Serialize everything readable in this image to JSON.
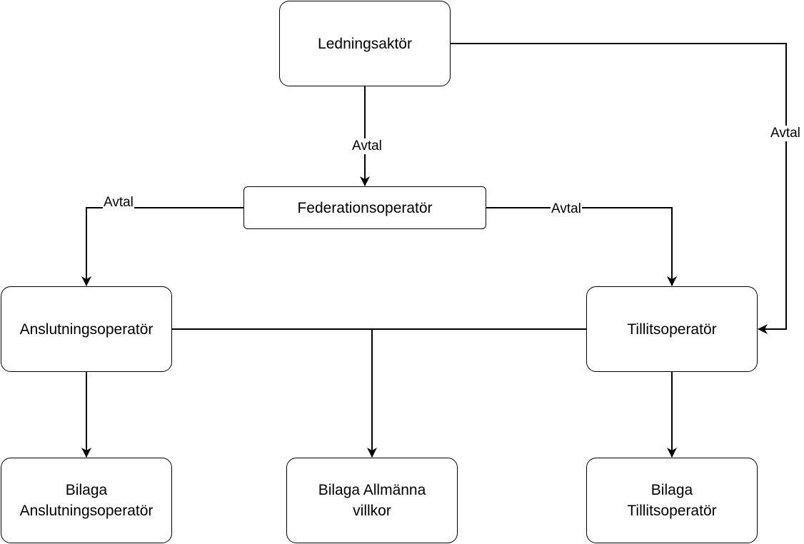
{
  "nodes": {
    "ledningsaktor": "Ledningsaktör",
    "federationsoperator": "Federationsoperatör",
    "anslutningsoperator": "Anslutningsoperatör",
    "tillitsoperator": "Tillitsoperatör",
    "bilaga_anslutningsoperator": "Bilaga\nAnslutningsoperatör",
    "bilaga_allmanna_villkor": "Bilaga Allmänna\nvillkor",
    "bilaga_tillitsoperator": "Bilaga\nTillitsoperatör"
  },
  "edge_labels": {
    "ledning_to_federation": "Avtal",
    "ledning_to_tillit": "Avtal",
    "federation_to_anslutning": "Avtal",
    "federation_to_tillit": "Avtal"
  },
  "colors": {
    "line": "#000000",
    "background": "#ffffff"
  }
}
